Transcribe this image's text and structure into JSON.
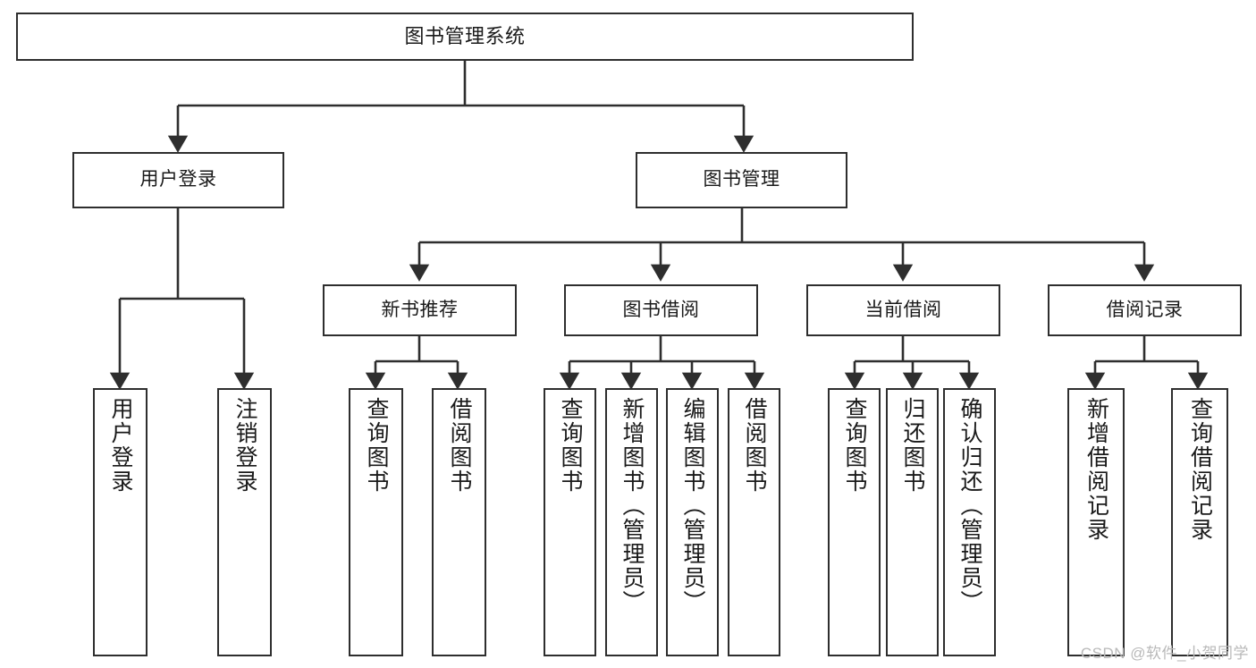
{
  "diagram": {
    "title": "图书管理系统",
    "type": "tree-hierarchy",
    "orientation": "top-down",
    "line_color": "#2e2e2e",
    "box_fill": "#ffffff",
    "text_color": "#1a1a1a"
  },
  "nodes": {
    "root": {
      "label": "图书管理系统"
    },
    "level2": [
      {
        "label": "用户登录"
      },
      {
        "label": "图书管理"
      }
    ],
    "level3": [
      {
        "label": "新书推荐"
      },
      {
        "label": "图书借阅"
      },
      {
        "label": "当前借阅"
      },
      {
        "label": "借阅记录"
      }
    ],
    "leaves": {
      "user_login": [
        {
          "label": "用户登录"
        },
        {
          "label": "注销登录"
        }
      ],
      "new_book": [
        {
          "label": "查询图书"
        },
        {
          "label": "借阅图书"
        }
      ],
      "book_borrow": [
        {
          "label": "查询图书"
        },
        {
          "label": "新增图书（管理员）"
        },
        {
          "label": "编辑图书（管理员）"
        },
        {
          "label": "借阅图书"
        }
      ],
      "current_borrow": [
        {
          "label": "查询图书"
        },
        {
          "label": "归还图书"
        },
        {
          "label": "确认归还（管理员）"
        }
      ],
      "borrow_record": [
        {
          "label": "新增借阅记录"
        },
        {
          "label": "查询借阅记录"
        }
      ]
    }
  },
  "watermark": {
    "text": "CSDN @软件_小贺同学"
  }
}
